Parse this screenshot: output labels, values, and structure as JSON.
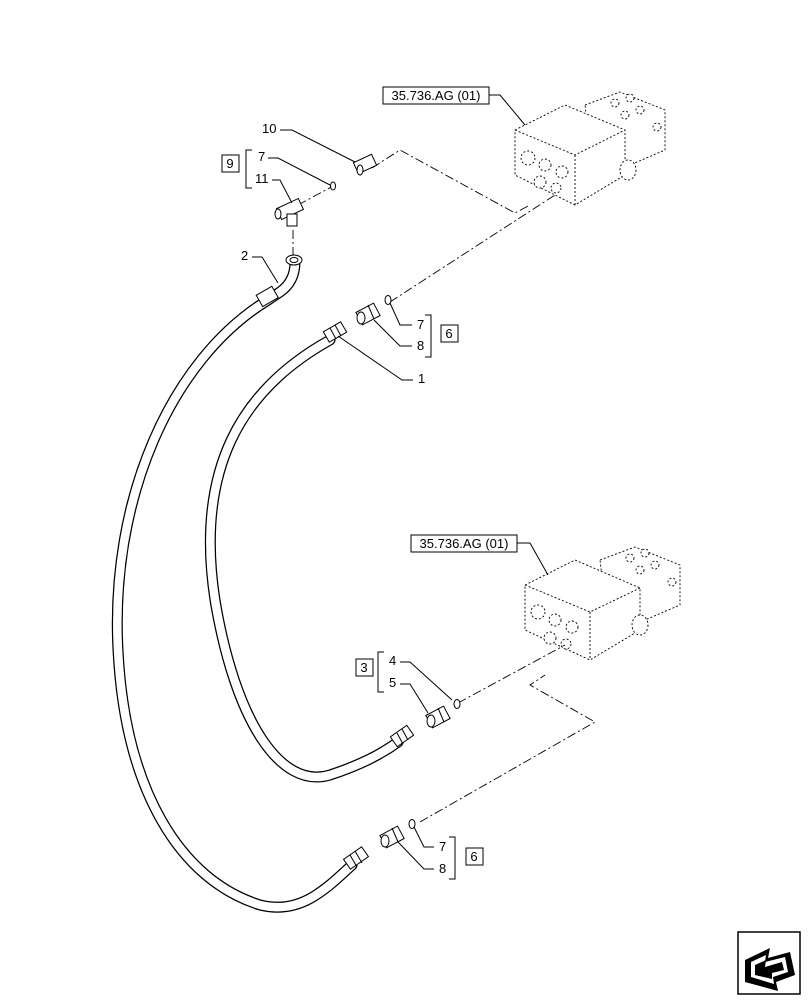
{
  "references": {
    "upper_valve": "35.736.AG (01)",
    "lower_valve": "35.736.AG (01)"
  },
  "callouts": {
    "c10": "10",
    "c7_top": "7",
    "c11": "11",
    "c2": "2",
    "c7_mid": "7",
    "c8_mid": "8",
    "c1": "1",
    "c4": "4",
    "c5": "5",
    "c7_bot": "7",
    "c8_bot": "8"
  },
  "kit_boxes": {
    "k9": "9",
    "k6_mid": "6",
    "k3": "3",
    "k6_bot": "6"
  },
  "nav_icon": "arrow-navigation-icon"
}
